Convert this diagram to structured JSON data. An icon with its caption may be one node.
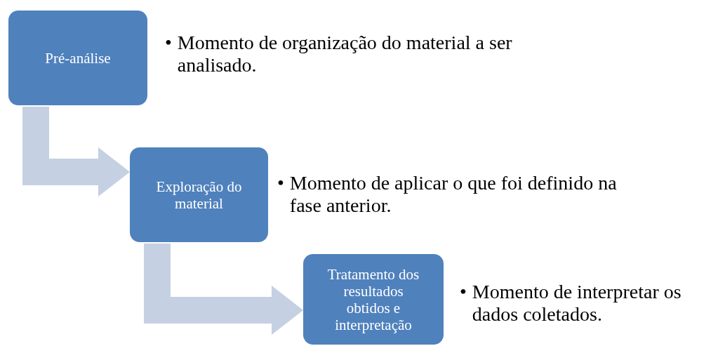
{
  "diagram": {
    "nodes": [
      {
        "text": [
          "Pré-análise"
        ],
        "beside": [
          "•",
          "Momento de organização do material a ser analisado."
        ]
      },
      {
        "text": [
          "Exploração do material"
        ],
        "beside": [
          "•",
          "Momento de aplicar o que foi definido na fase anterior."
        ]
      },
      {
        "text": [
          "Tratamento dos resultados obtidos e interpretação"
        ],
        "beside": [
          "•",
          "Momento de interpretar os dados coletados."
        ]
      }
    ],
    "edges": [
      {
        "from": 0,
        "to": 1,
        "arrow": "to"
      },
      {
        "from": 1,
        "to": 2,
        "arrow": "to"
      }
    ]
  }
}
